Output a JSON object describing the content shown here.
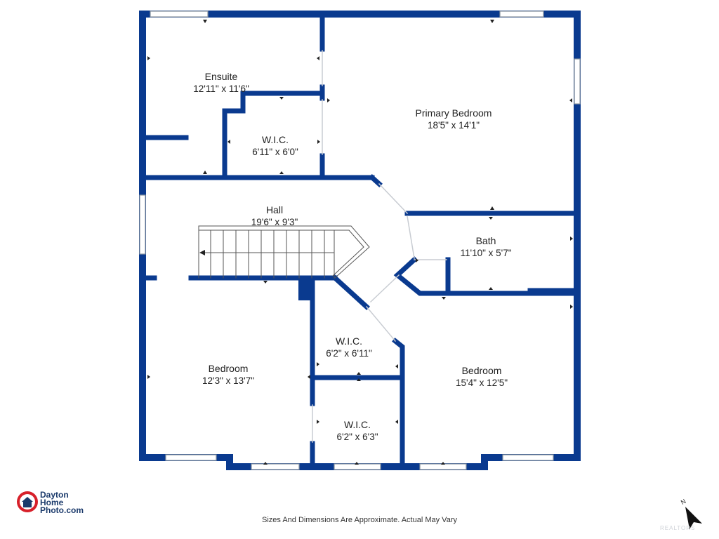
{
  "rooms": [
    {
      "name": "Ensuite",
      "dims": "12'11\" x 11'6\""
    },
    {
      "name": "Primary Bedroom",
      "dims": "18'5\" x 14'1\""
    },
    {
      "name": "W.I.C.",
      "dims": "6'11\" x 6'0\""
    },
    {
      "name": "Hall",
      "dims": "19'6\" x 9'3\""
    },
    {
      "name": "Bath",
      "dims": "11'10\" x 5'7\""
    },
    {
      "name": "W.I.C.",
      "dims": "6'2\" x 6'11\""
    },
    {
      "name": "Bedroom",
      "dims": "12'3\" x 13'7\""
    },
    {
      "name": "Bedroom",
      "dims": "15'4\" x 12'5\""
    },
    {
      "name": "W.I.C.",
      "dims": "6'2\" x 6'3\""
    }
  ],
  "disclaimer": "Sizes And Dimensions Are Approximate. Actual May Vary",
  "logo": {
    "line1": "Dayton",
    "line2": "Home",
    "line3": "Photo.com"
  },
  "compass": {
    "label": "N"
  },
  "watermark": "REALTORS",
  "colors": {
    "wall": "#0a3a8f",
    "logo_red": "#d7202a",
    "logo_blue": "#1b3a6b"
  }
}
